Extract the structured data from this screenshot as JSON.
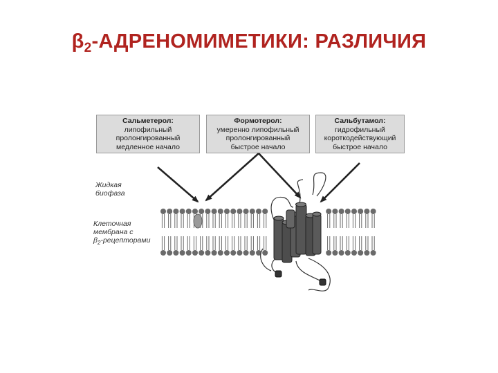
{
  "title": {
    "prefix": "β",
    "subscript": "2",
    "rest": "-АДРЕНОМИМЕТИКИ: РАЗЛИЧИЯ"
  },
  "boxes": [
    {
      "heading": "Сальметерол:",
      "lines": [
        "липофильный",
        "пролонгированный",
        "медленное начало"
      ]
    },
    {
      "heading": "Формотерол:",
      "lines": [
        "умеренно липофильный",
        "пролонгированный",
        "быстрое начало"
      ]
    },
    {
      "heading": "Сальбутамол:",
      "lines": [
        "гидрофильный",
        "короткодействующий",
        "быстрое начало"
      ]
    }
  ],
  "labels": {
    "biophase_line1": "Жидкая",
    "biophase_line2": "биофаза",
    "membrane_line1": "Клеточная",
    "membrane_line2": "мембрана с",
    "membrane_line3_prefix": "β",
    "membrane_line3_sub": "2",
    "membrane_line3_rest": "-рецепторами"
  },
  "colors": {
    "title": "#b0231f",
    "box_fill": "#dcdcdc",
    "receptor": "#555555",
    "lipid": "#6a6a6a"
  }
}
